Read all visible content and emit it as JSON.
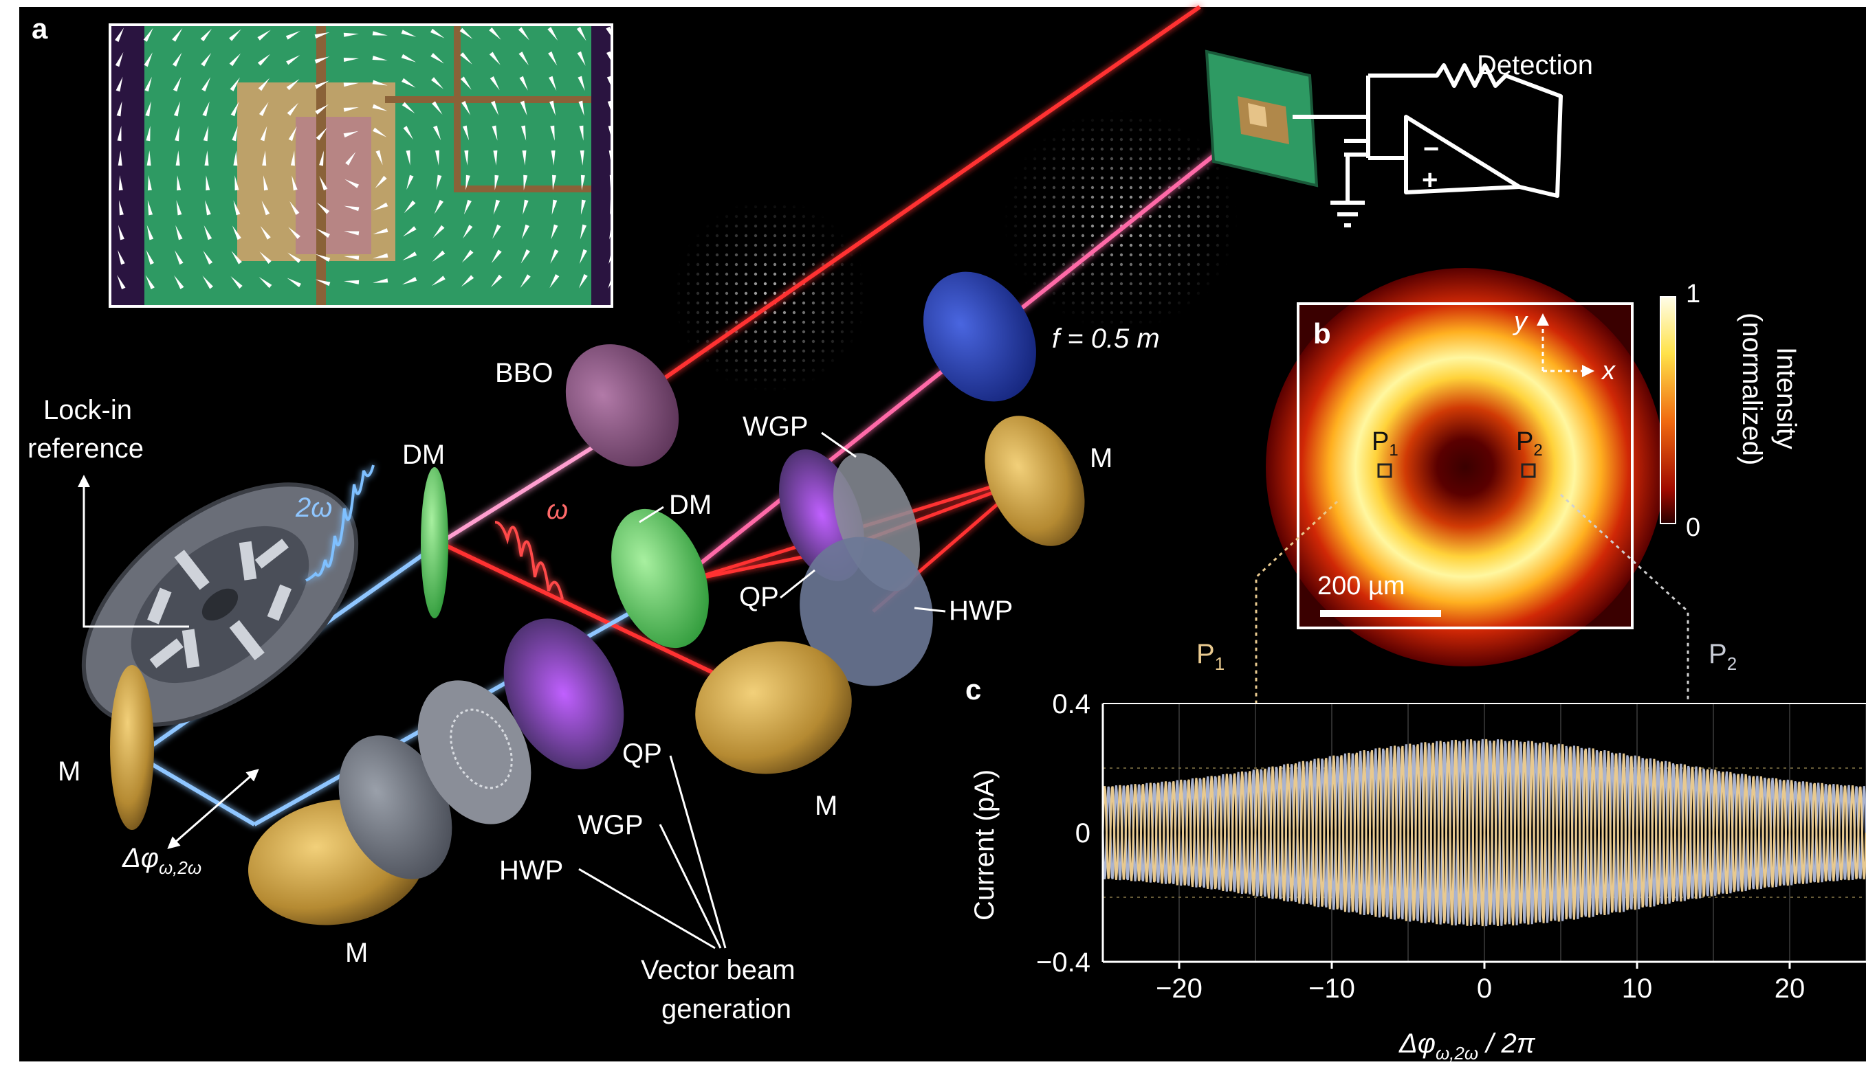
{
  "figure": {
    "panel_letters": {
      "a": "a",
      "b": "b",
      "c": "c"
    },
    "labels": {
      "detection": "Detection",
      "bbo": "BBO",
      "lock_in_line1": "Lock-in",
      "lock_in_line2": "reference",
      "dm_left": "DM",
      "dm_center": "DM",
      "wgp_top": "WGP",
      "qp_mid": "QP",
      "hwp_mid": "HWP",
      "m_left": "M",
      "m_right": "M",
      "m_center": "M",
      "m_bottom": "M",
      "two_omega": "2ω",
      "omega": "ω",
      "delta_phi": "Δφ",
      "delta_phi_sub": "ω,2ω",
      "qp_bottom": "QP",
      "wgp_bottom": "WGP",
      "hwp_bottom": "HWP",
      "vector_line1": "Vector beam",
      "vector_line2": "generation",
      "focal": "f = 0.5 m"
    },
    "panel_b": {
      "y_axis": "y",
      "x_axis": "x",
      "p1": "P",
      "p1_sub": "1",
      "p2": "P",
      "p2_sub": "2",
      "scale_bar": "200 µm",
      "colorbar_top": "1",
      "colorbar_bottom": "0",
      "colorbar_title_line1": "Intensity",
      "colorbar_title_line2": "(normalized)"
    },
    "panel_c_markers": {
      "p1": "P",
      "p1_sub": "1",
      "p2": "P",
      "p2_sub": "2"
    }
  },
  "chart_data": {
    "type": "line",
    "ylabel": "Current (pA)",
    "xlabel": "Δφω,2ω / 2π",
    "xlim": [
      -25,
      25
    ],
    "ylim": [
      -0.4,
      0.4
    ],
    "x_ticks": [
      "−20",
      "−10",
      "0",
      "10",
      "20"
    ],
    "x_tick_values": [
      -20,
      -10,
      0,
      10,
      20
    ],
    "y_ticks": [
      "0.4",
      "0",
      "−0.4"
    ],
    "y_tick_values": [
      0.4,
      0,
      -0.4
    ],
    "grid": true,
    "envelope": {
      "center": 0,
      "peak_amplitude": 0.29,
      "edge_amplitude": 0.13
    },
    "oscillation_period": 0.5,
    "markers": [
      {
        "x": -15
      },
      {
        "x": 13.5
      }
    ],
    "series_colors": [
      "#e8c98f",
      "#a9b3cf"
    ]
  },
  "colors": {
    "background": "#000000",
    "red_beam": "#ff3b3b",
    "blue_beam": "#8fc6ff",
    "mirror_gold": "#c9a24a",
    "sample_green": "#2e9a63"
  }
}
